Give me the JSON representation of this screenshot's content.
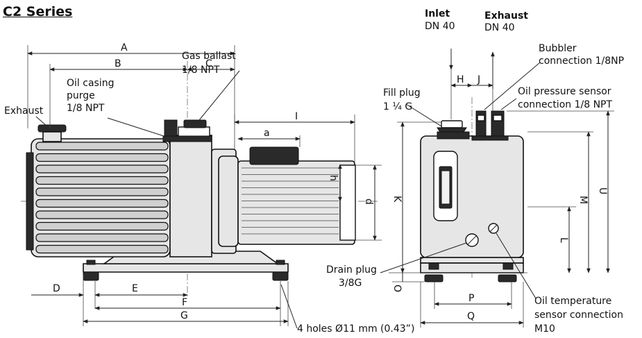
{
  "title": "C2 Series",
  "side_view": {
    "dimensions": {
      "A": "A",
      "B": "B",
      "C": "C",
      "D": "D",
      "E": "E",
      "F": "F",
      "G": "G",
      "I": "I",
      "a": "a",
      "h": "h",
      "d": "d"
    },
    "labels": {
      "exhaust": "Exhaust",
      "oil_casing_purge": [
        "Oil casing",
        "purge",
        "1/8 NPT"
      ],
      "gas_ballast": [
        "Gas ballast",
        "1/8 NPT"
      ],
      "holes": "4 holes Ø11 mm (0.43”)"
    }
  },
  "end_view": {
    "dimensions": {
      "H": "H",
      "J": "J",
      "K": "K",
      "L": "L",
      "M": "M",
      "U": "U",
      "O": "O",
      "P": "P",
      "Q": "Q"
    },
    "labels": {
      "inlet": [
        "Inlet",
        "DN 40"
      ],
      "exhaust": [
        "Exhaust",
        "DN 40"
      ],
      "bubbler": [
        "Bubbler",
        "connection 1/8NP"
      ],
      "oil_pressure": [
        "Oil pressure sensor",
        "connection 1/8 NPT"
      ],
      "fill_plug": [
        "Fill plug",
        "1 ¼ G"
      ],
      "drain_plug": [
        "Drain plug",
        "3/8G"
      ],
      "oil_temperature": [
        "Oil temperature",
        "sensor connection",
        "M10"
      ]
    }
  }
}
